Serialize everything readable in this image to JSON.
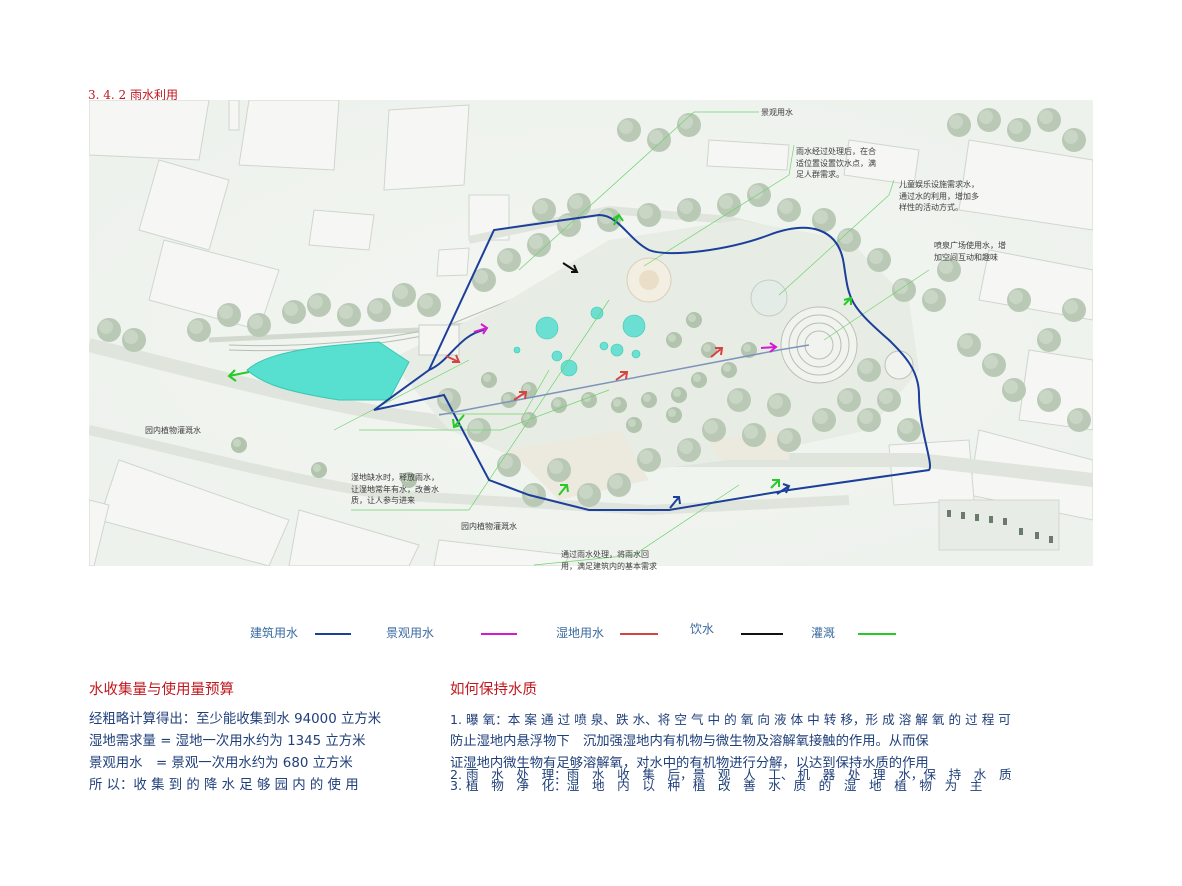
{
  "section_title": "3. 4. 2 雨水利用",
  "annotations": {
    "landscape_water": "景观用水",
    "drinking_points": [
      "雨水经过处理后，在合",
      "适位置设置饮水点，满",
      "足人群需求。"
    ],
    "children_play": [
      "儿童娱乐设施需求水，",
      "通过水的利用，增加多",
      "样性的活动方式。"
    ],
    "fountain_plaza": [
      "喷泉广场使用水，增",
      "加空间互动和趣味"
    ],
    "irrigation_left": "园内植物灌溉水",
    "wetland_release": [
      "湿地缺水时，释放雨水，",
      "让湿地常年有水，改善水",
      "质，让人参与进来"
    ],
    "irrigation_bottom": "园内植物灌溉水",
    "building_water": [
      "通过雨水处理，将雨水回",
      "用，满足建筑内的基本需求"
    ]
  },
  "legend": [
    {
      "label": "建筑用水",
      "color": "#1c3f9a"
    },
    {
      "label": "景观用水",
      "color": "#d21ad2"
    },
    {
      "label": "湿地用水",
      "color": "#d64343"
    },
    {
      "label": "饮水",
      "color": "#111111"
    },
    {
      "label": "灌溉",
      "color": "#29c929"
    }
  ],
  "left_column": {
    "heading": "水收集量与使用量预算",
    "lines": [
      "经粗略计算得出：至少能收集到水 94000 立方米",
      "湿地需求量 = 湿地一次用水约为 1345 立方米",
      "景观用水　= 景观一次用水约为 680 立方米",
      "所 以：收 集 到 的 降 水 足 够 园 内 的 使 用"
    ]
  },
  "right_column": {
    "heading": "如何保持水质",
    "lines": [
      "1. 曝 氧：本 案 通 过 喷 泉、跌 水、将 空 气 中 的 氧 向 液 体 中 转 移，形 成 溶 解 氧 的 过 程 可",
      "防止湿地内悬浮物下　沉加强湿地内有机物与微生物及溶解氧接触的作用。从而保",
      "证湿地内微生物有足够溶解氧，对水中的有机物进行分解，以达到保持水质的作用",
      "2. 雨　水　处　理：雨　水　收　集　后，景　观　人　工、 机　器　处　理　水，保　持　水　质",
      "3. 植　物　净　化：湿　地　内　以　种　植　改　善　水　质　的　湿　地　植　物　为　主"
    ]
  }
}
